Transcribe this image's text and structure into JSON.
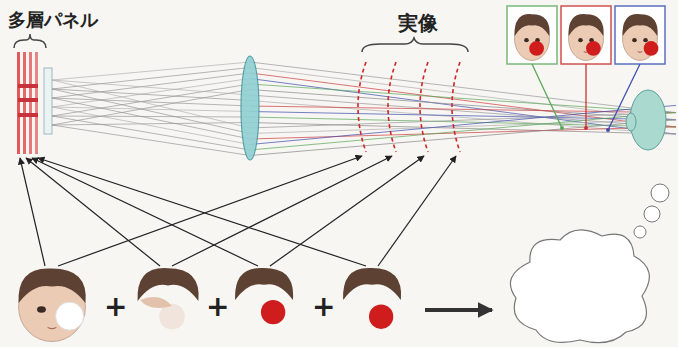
{
  "diagram": {
    "labels": [
      "多層パネル",
      "実像",
      "+",
      "+",
      "+"
    ]
  }
}
